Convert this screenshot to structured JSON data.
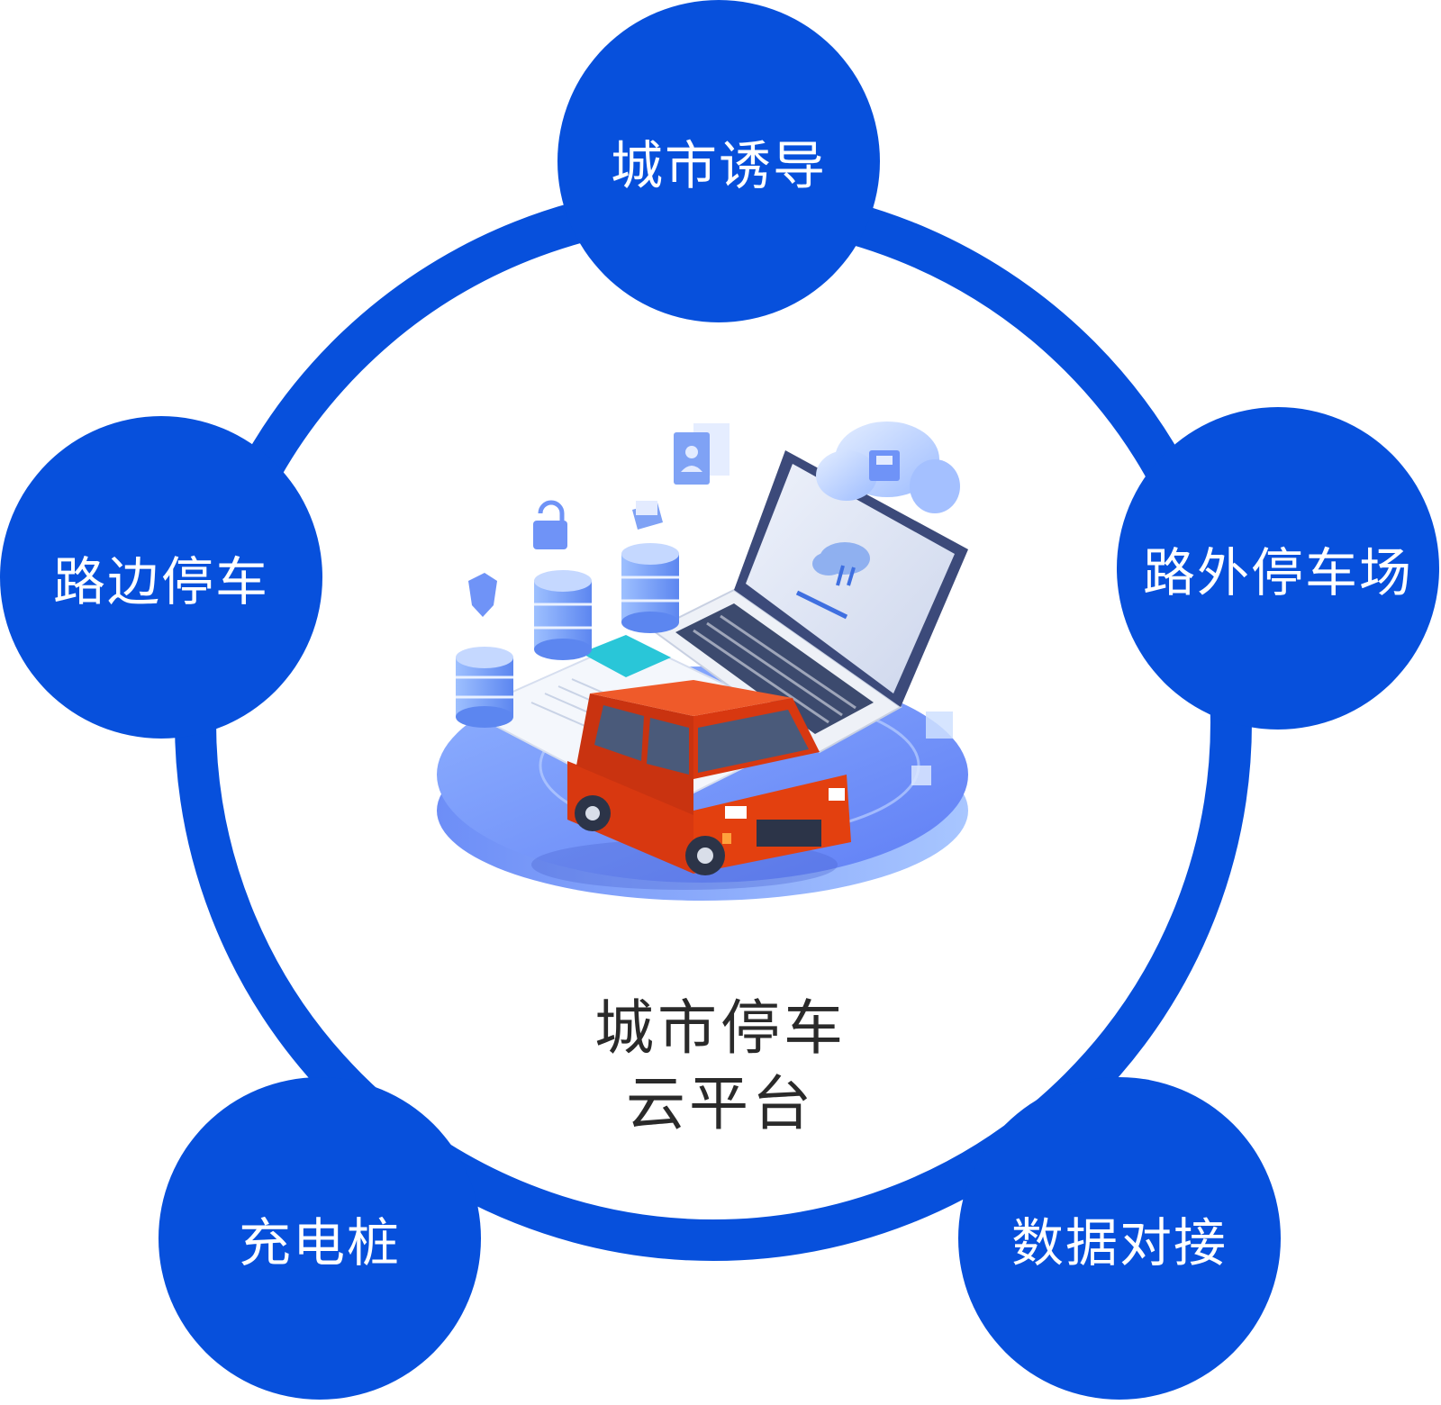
{
  "center": {
    "line1": "城市停车",
    "line2": "云平台"
  },
  "nodes": [
    {
      "label": "城市诱导"
    },
    {
      "label": "路外停车场"
    },
    {
      "label": "数据对接"
    },
    {
      "label": "充电桩"
    },
    {
      "label": "路边停车"
    }
  ],
  "colors": {
    "primary": "#0750dc",
    "text_on_primary": "#ffffff",
    "center_text": "#2a2a2a",
    "car_body": "#e3400f",
    "platform": "#6f93f7"
  },
  "illustration": {
    "icons": [
      "laptop-icon",
      "car-icon",
      "database-icon",
      "cloud-icon",
      "lock-icon",
      "shield-icon",
      "user-card-icon",
      "document-icon"
    ]
  }
}
